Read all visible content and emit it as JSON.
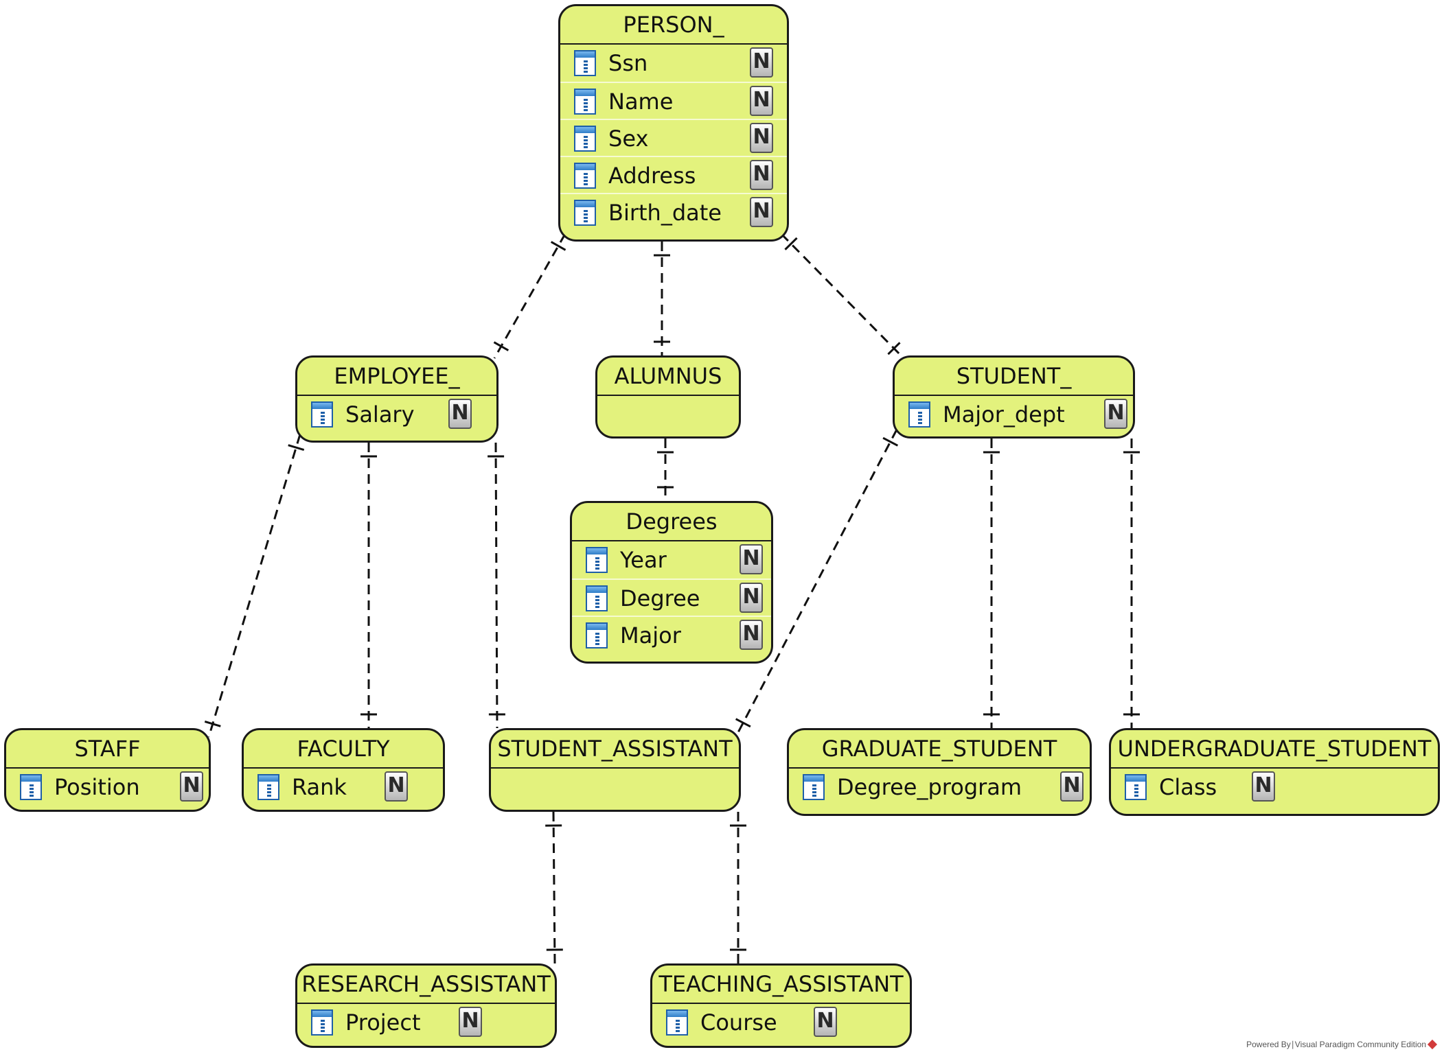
{
  "entities": {
    "person": {
      "name": "PERSON_",
      "attributes": [
        "Ssn",
        "Name",
        "Sex",
        "Address",
        "Birth_date"
      ]
    },
    "employee": {
      "name": "EMPLOYEE_",
      "attributes": [
        "Salary"
      ]
    },
    "alumnus": {
      "name": "ALUMNUS",
      "attributes": []
    },
    "student": {
      "name": "STUDENT_",
      "attributes": [
        "Major_dept"
      ]
    },
    "degrees": {
      "name": "Degrees",
      "attributes": [
        "Year",
        "Degree",
        "Major"
      ]
    },
    "staff": {
      "name": "STAFF",
      "attributes": [
        "Position"
      ]
    },
    "faculty": {
      "name": "FACULTY",
      "attributes": [
        "Rank"
      ]
    },
    "student_assistant": {
      "name": "STUDENT_ASSISTANT",
      "attributes": []
    },
    "graduate_student": {
      "name": "GRADUATE_STUDENT",
      "attributes": [
        "Degree_program"
      ]
    },
    "undergraduate_student": {
      "name": "UNDERGRADUATE_STUDENT",
      "attributes": [
        "Class"
      ]
    },
    "research_assistant": {
      "name": "RESEARCH_ASSISTANT",
      "attributes": [
        "Project"
      ]
    },
    "teaching_assistant": {
      "name": "TEACHING_ASSISTANT",
      "attributes": [
        "Course"
      ]
    }
  },
  "relationships": [
    {
      "from": "person",
      "to": "employee",
      "cardinality": "one-to-one"
    },
    {
      "from": "person",
      "to": "alumnus",
      "cardinality": "one-to-one"
    },
    {
      "from": "person",
      "to": "student",
      "cardinality": "one-to-one"
    },
    {
      "from": "alumnus",
      "to": "degrees",
      "cardinality": "one-to-one"
    },
    {
      "from": "employee",
      "to": "staff",
      "cardinality": "one-to-one"
    },
    {
      "from": "employee",
      "to": "faculty",
      "cardinality": "one-to-one"
    },
    {
      "from": "employee",
      "to": "student_assistant",
      "cardinality": "one-to-one"
    },
    {
      "from": "student",
      "to": "student_assistant",
      "cardinality": "one-to-one"
    },
    {
      "from": "student",
      "to": "graduate_student",
      "cardinality": "one-to-one"
    },
    {
      "from": "student",
      "to": "undergraduate_student",
      "cardinality": "one-to-one"
    },
    {
      "from": "student_assistant",
      "to": "research_assistant",
      "cardinality": "one-to-one"
    },
    {
      "from": "student_assistant",
      "to": "teaching_assistant",
      "cardinality": "one-to-one"
    }
  ],
  "icons": {
    "column": "column-icon",
    "nullable": "nullable-n-icon"
  },
  "colors": {
    "entity_fill": "#e3f27d",
    "column_icon": "#2f7dc8"
  },
  "footer": {
    "text": "Powered By∣Visual Paradigm Community Edition"
  }
}
